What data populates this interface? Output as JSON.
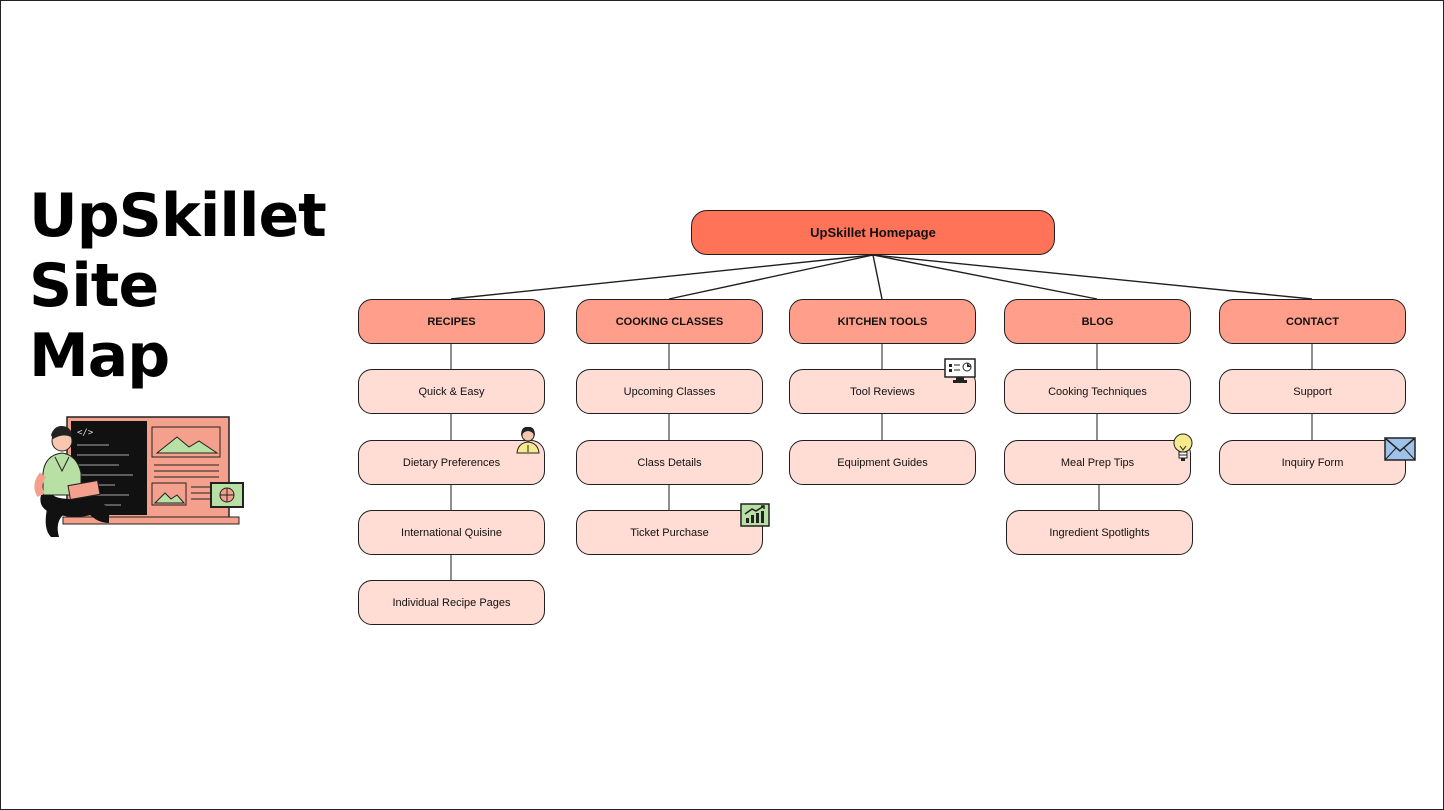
{
  "title": {
    "line1": "UpSkillet",
    "line2": "Site",
    "line3": "Map"
  },
  "diagram": {
    "root": "UpSkillet Homepage",
    "categories": [
      {
        "label": "RECIPES",
        "pages": [
          "Quick & Easy",
          "Dietary Preferences",
          "International Quisine",
          "Individual Recipe Pages"
        ]
      },
      {
        "label": "COOKING CLASSES",
        "pages": [
          "Upcoming Classes",
          "Class Details",
          "Ticket Purchase"
        ]
      },
      {
        "label": "KITCHEN TOOLS",
        "pages": [
          "Tool Reviews",
          "Equipment Guides"
        ]
      },
      {
        "label": "BLOG",
        "pages": [
          "Cooking Techniques",
          "Meal Prep Tips",
          "Ingredient Spotlights"
        ]
      },
      {
        "label": "CONTACT",
        "pages": [
          "Support",
          "Inquiry Form"
        ]
      }
    ]
  },
  "icons": {
    "user": "person-avatar-icon",
    "monitor": "monitor-dashboard-icon",
    "bulb": "lightbulb-icon",
    "chart": "growth-chart-icon",
    "mail": "envelope-icon",
    "hero": "person-with-laptop-illustration"
  },
  "colors": {
    "root": "#ff7459",
    "category": "#ff9e8a",
    "page": "#ffdcd4",
    "line": "#1f1f1f"
  }
}
